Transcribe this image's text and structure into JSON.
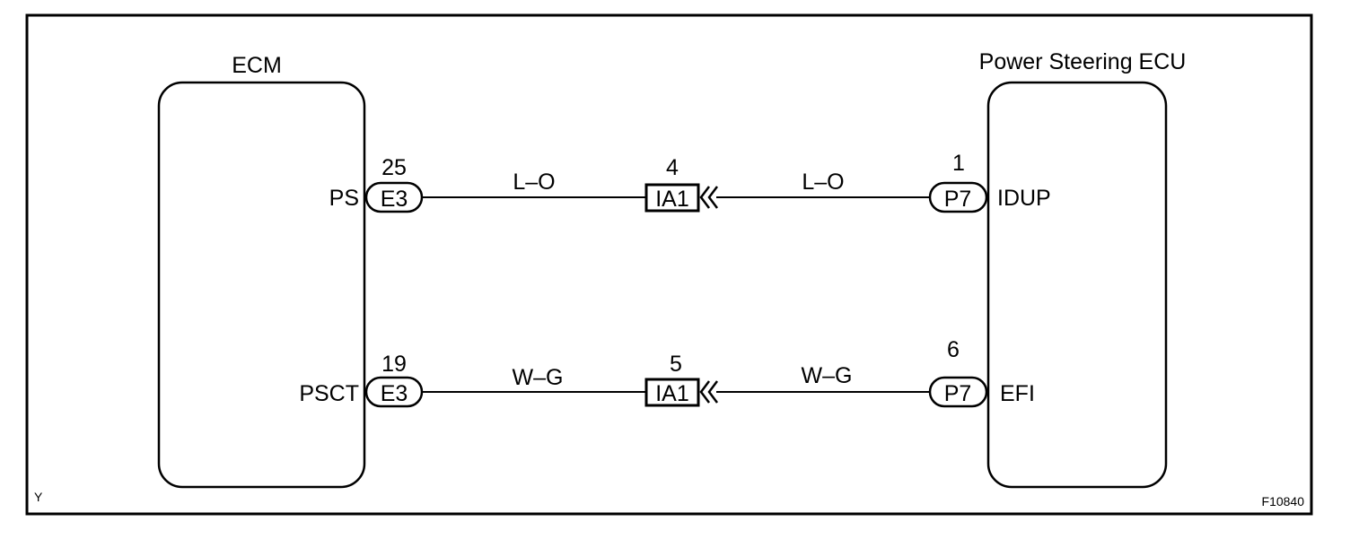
{
  "ecm": {
    "title": "ECM",
    "pins": [
      {
        "name": "PS",
        "pin_number": "25",
        "connector": "E3"
      },
      {
        "name": "PSCT",
        "pin_number": "19",
        "connector": "E3"
      }
    ]
  },
  "ps_ecu": {
    "title": "Power Steering ECU",
    "pins": [
      {
        "name": "IDUP",
        "pin_number": "1",
        "connector": "P7"
      },
      {
        "name": "EFI",
        "pin_number": "6",
        "connector": "P7"
      }
    ]
  },
  "junction": {
    "connector": "IA1",
    "pins": [
      "4",
      "5"
    ]
  },
  "wires": [
    {
      "left_color": "L–O",
      "right_color": "L–O"
    },
    {
      "left_color": "W–G",
      "right_color": "W–G"
    }
  ],
  "footer": {
    "left_mark": "Y",
    "figure_id": "F10840"
  }
}
